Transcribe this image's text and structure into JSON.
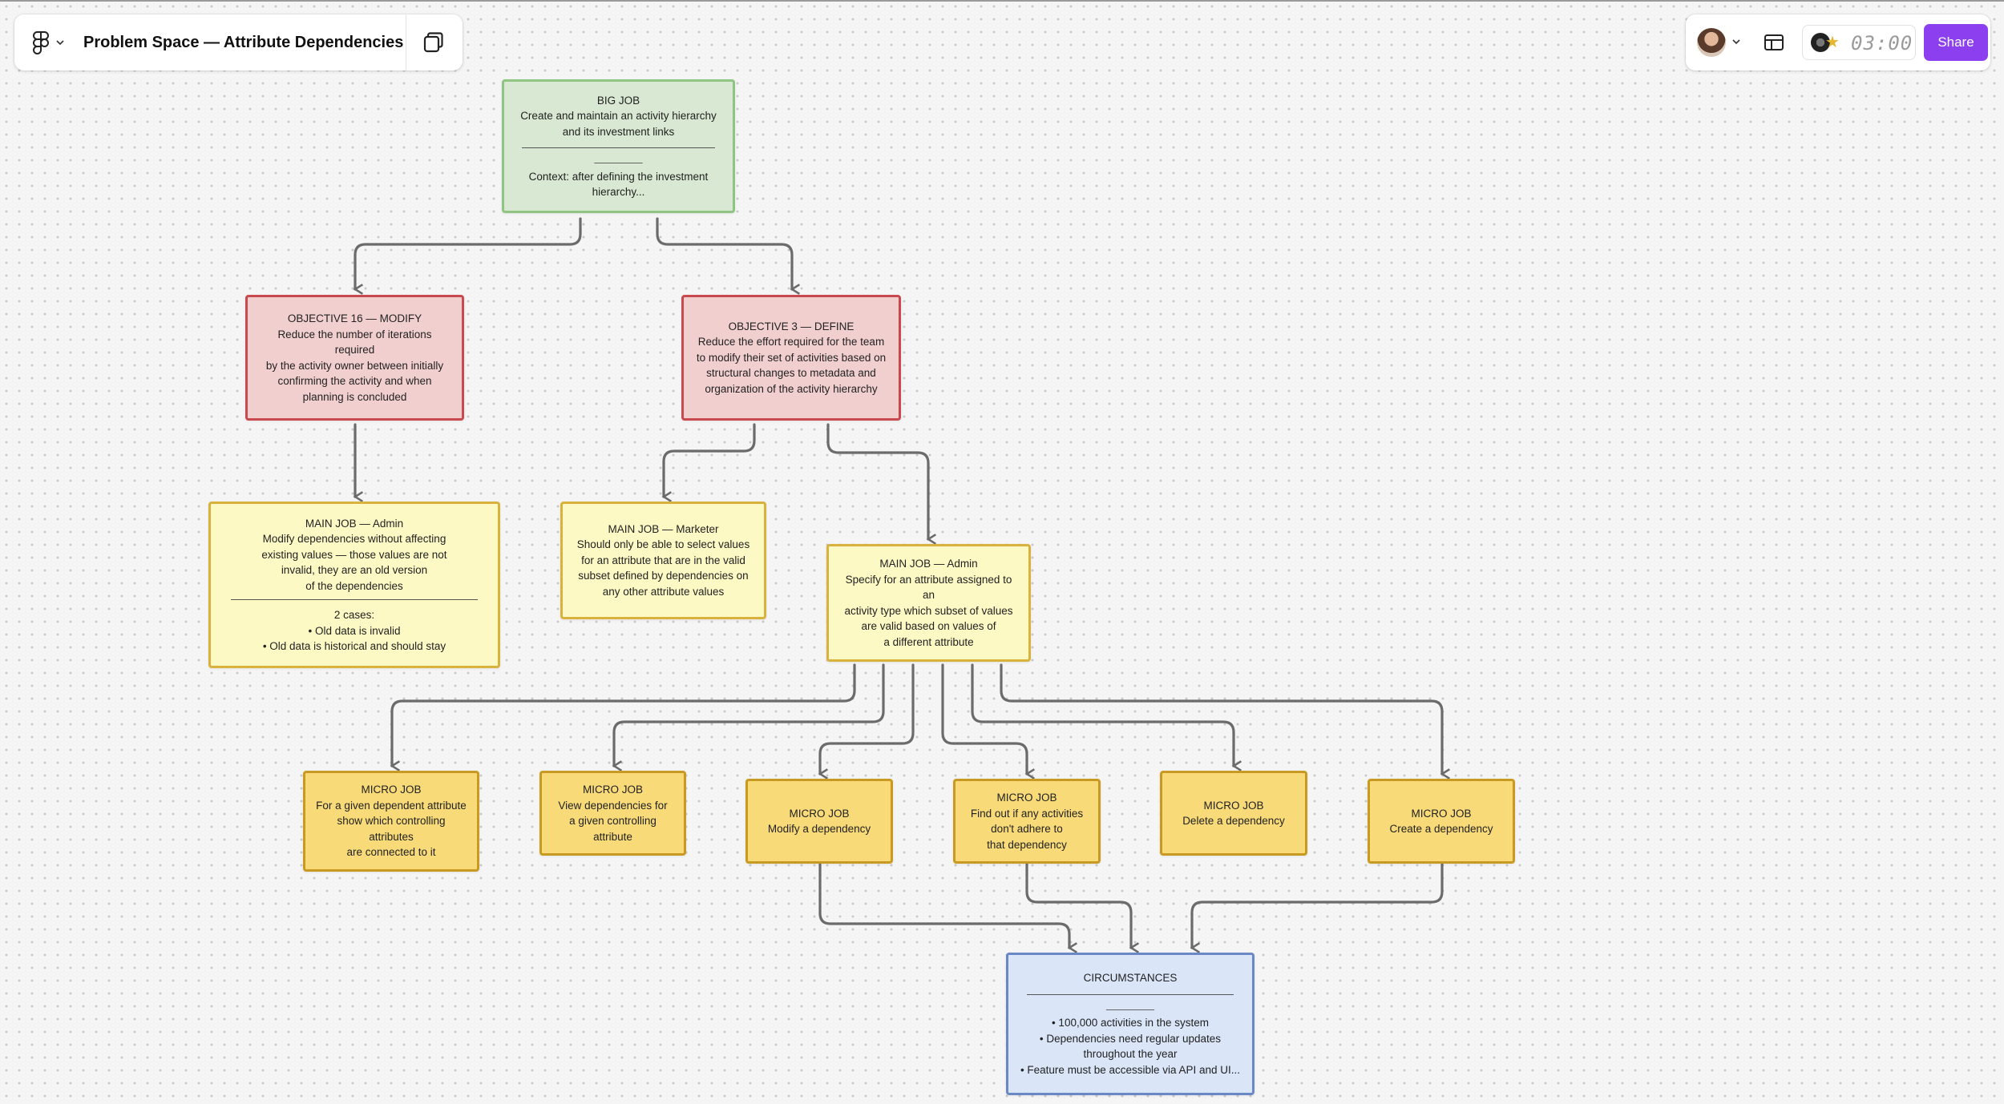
{
  "file": {
    "title": "Problem Space — Attribute Dependencies"
  },
  "toolbar": {
    "share_label": "Share",
    "timer": "03:00"
  },
  "icons": {
    "main_menu": "figma-logo-icon",
    "pages": "pages-icon",
    "layout": "layout-icon",
    "chevron": "chevron-down-icon",
    "timer_star": "star-icon"
  },
  "colors": {
    "share": "#8c3fef",
    "big_job_fill": "#d8e8d2",
    "objective_fill": "#f2cfcf",
    "main_job_fill": "#fdf9c4",
    "micro_job_fill": "#f8da78",
    "circumstances_fill": "#dae6f8"
  },
  "nodes": {
    "big_job": {
      "lines": [
        "BIG JOB",
        "Create and maintain an activity hierarchy",
        "and its investment links"
      ],
      "dash": "________",
      "context": [
        "Context: after defining the investment",
        "hierarchy..."
      ]
    },
    "objective_16": {
      "lines": [
        "OBJECTIVE 16 — MODIFY",
        "Reduce the number of iterations",
        "required",
        "by the activity owner between initially",
        "confirming the activity and when",
        "planning is concluded"
      ]
    },
    "objective_3": {
      "lines": [
        "OBJECTIVE 3 — DEFINE",
        "Reduce the effort required for the team",
        "to modify their set of activities based on",
        "structural changes to metadata and",
        "organization of the activity hierarchy"
      ]
    },
    "main_admin_modify": {
      "lines": [
        "MAIN JOB — Admin",
        "Modify dependencies without affecting",
        "existing values — those values are not",
        "invalid, they are an old version",
        "of the dependencies"
      ],
      "cases": [
        "2 cases:",
        "• Old data is invalid",
        "• Old data is historical and should stay"
      ]
    },
    "main_marketer": {
      "lines": [
        "MAIN JOB — Marketer",
        "Should only be able to select values",
        "for an attribute that are in the valid",
        "subset defined by dependencies on",
        "any other attribute values"
      ]
    },
    "main_admin_specify": {
      "lines": [
        "MAIN JOB — Admin",
        "Specify for an attribute assigned to",
        "an",
        "activity type which subset of values",
        "are valid based on values of",
        "a different attribute"
      ]
    },
    "micro_show": {
      "lines": [
        "MICRO JOB",
        "For a given dependent attribute",
        "show which controlling",
        "attributes",
        "are connected to it"
      ]
    },
    "micro_view": {
      "lines": [
        "MICRO JOB",
        "View dependencies for",
        "a given controlling",
        "attribute"
      ]
    },
    "micro_modify": {
      "lines": [
        "MICRO JOB",
        "Modify a dependency"
      ]
    },
    "micro_find": {
      "lines": [
        "MICRO JOB",
        "Find out if any activities",
        "don't adhere to",
        "that dependency"
      ]
    },
    "micro_delete": {
      "lines": [
        "MICRO JOB",
        "Delete a dependency"
      ]
    },
    "micro_create": {
      "lines": [
        "MICRO JOB",
        "Create a dependency"
      ]
    },
    "circumstances": {
      "title": "CIRCUMSTANCES",
      "dash": "________",
      "bullets": [
        "• 100,000 activities in the system",
        "• Dependencies need regular updates",
        "throughout the year",
        "• Feature must be accessible via API and UI..."
      ]
    }
  }
}
